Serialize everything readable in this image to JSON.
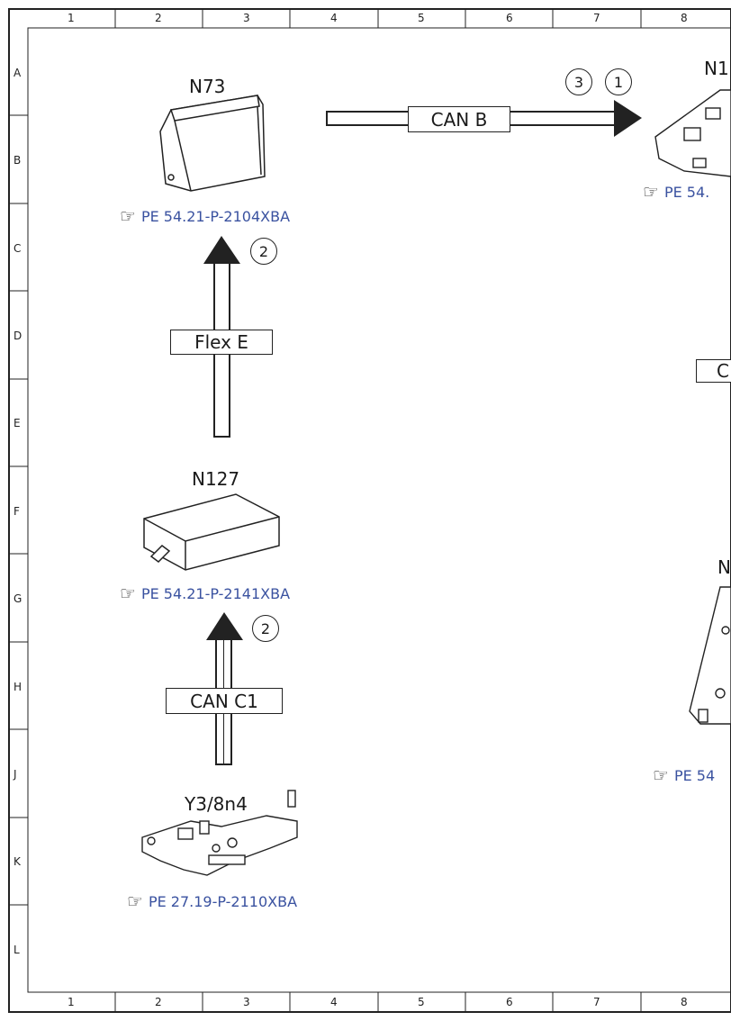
{
  "grid": {
    "columns": [
      "1",
      "2",
      "3",
      "4",
      "5",
      "6",
      "7",
      "8"
    ],
    "rows": [
      "A",
      "B",
      "C",
      "D",
      "E",
      "F",
      "G",
      "H",
      "J",
      "K",
      "L"
    ]
  },
  "components": {
    "n73": {
      "name": "N73",
      "ref": "PE 54.21-P-2104XBA"
    },
    "n127": {
      "name": "N127",
      "ref": "PE 54.21-P-2141XBA"
    },
    "y3": {
      "name": "Y3/8n4",
      "ref": "PE 27.19-P-2110XBA"
    },
    "n_top_right": {
      "name": "N1",
      "ref": "PE 54."
    },
    "n_mid_right": {
      "name": "N",
      "ref": "PE 54"
    }
  },
  "buses": {
    "can_b": "CAN B",
    "flex_e": "Flex E",
    "can_c1": "CAN C1",
    "right_partial": "C"
  },
  "markers": {
    "m3": "3",
    "m1": "1",
    "m2a": "2",
    "m2b": "2"
  },
  "icons": {
    "reference": "pointing-hand-icon"
  }
}
